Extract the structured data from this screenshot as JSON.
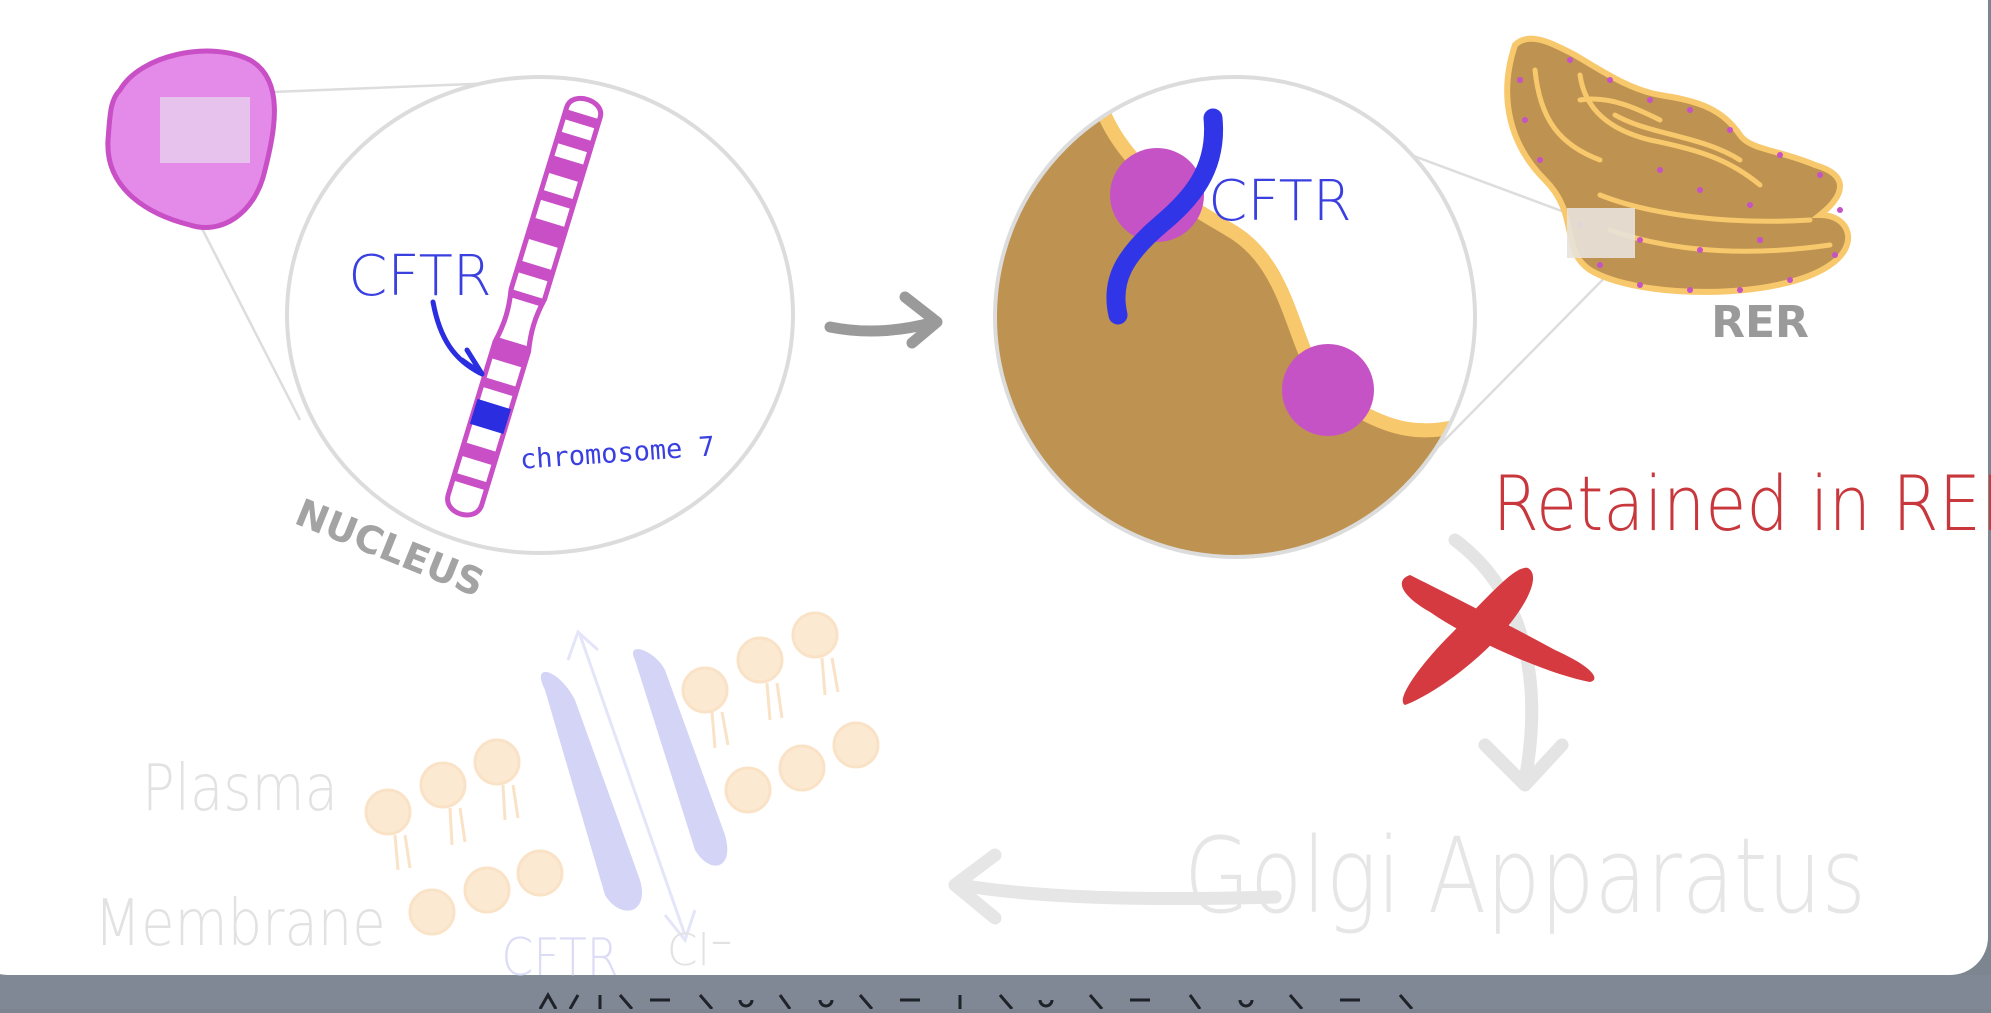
{
  "labels": {
    "nucleus": "NUCLEUS",
    "cftr_gene": "CFTR",
    "chromosome": "chromosome 7",
    "cftr_protein": "CFTR",
    "rer": "RER",
    "retained": "Retained in RER",
    "golgi": "Golgi Apparatus",
    "plasma_line1": "Plasma",
    "plasma_line2": "Membrane",
    "cftr_membrane": "CFTR",
    "chloride": "Cl⁻"
  },
  "colors": {
    "cell": "#e48ae8",
    "chromosome": "#c84fc6",
    "gene_band": "#2a2de0",
    "cftr_text": "#3a3fe0",
    "rer_fill": "#be9250",
    "rer_edge": "#f8c86c",
    "ribosome": "#c653c6",
    "retained_text": "#c8373c",
    "x_mark": "#d43a40",
    "arrow": "#9a9a9a",
    "faded": "#e4e4e4"
  },
  "icons": {
    "arrow_right": "arrow-right-icon",
    "x_mark": "x-mark-icon"
  }
}
